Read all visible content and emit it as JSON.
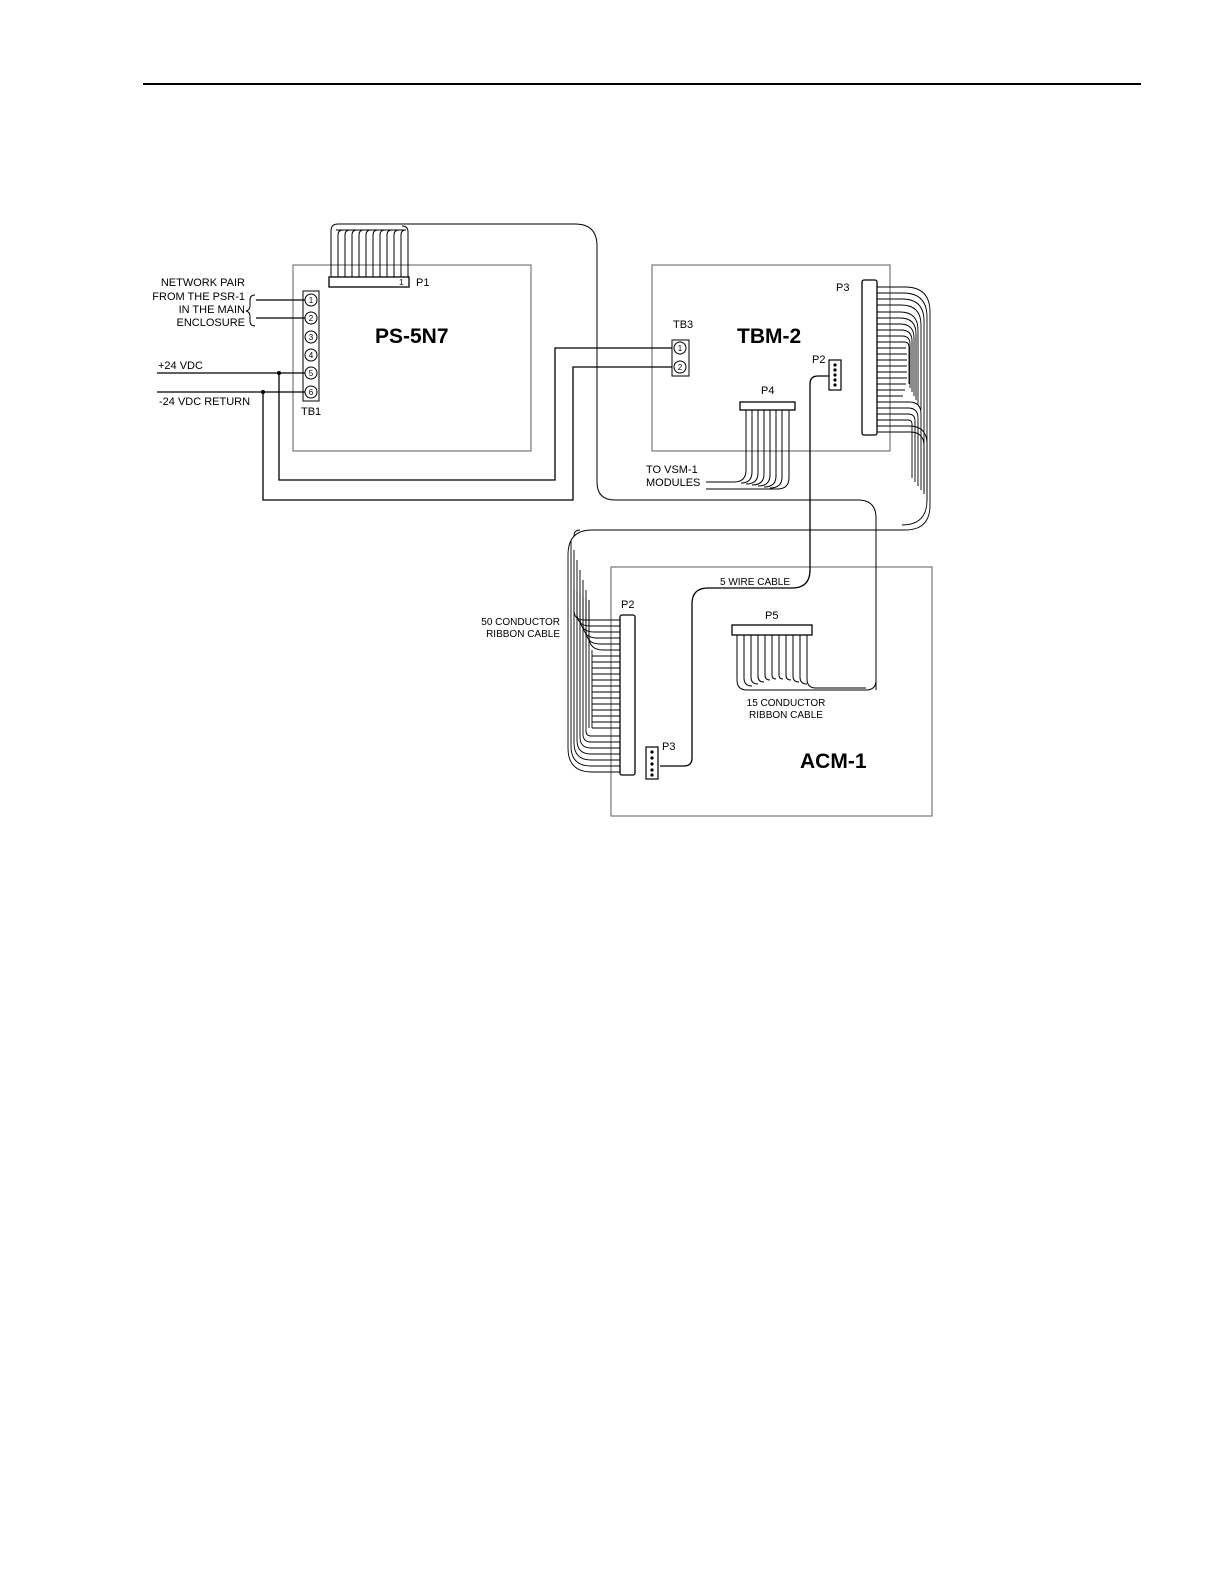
{
  "boards": {
    "ps5n7": "PS-5N7",
    "tbm2": "TBM-2",
    "acm1": "ACM-1"
  },
  "labels": {
    "network_pair": [
      "NETWORK PAIR",
      "FROM THE PSR-1",
      "IN THE MAIN",
      "ENCLOSURE"
    ],
    "plus_24vdc": "+24 VDC",
    "minus_24vdc_return": "-24 VDC RETURN",
    "to_vsm": [
      "TO VSM-1",
      "MODULES"
    ],
    "five_wire_cable": "5 WIRE CABLE",
    "fifty_conductor": [
      "50 CONDUCTOR",
      "RIBBON CABLE"
    ],
    "fifteen_conductor": [
      "15 CONDUCTOR",
      "RIBBON CABLE"
    ]
  },
  "connectors": {
    "ps_p1": "P1",
    "ps_p1_pin": "1",
    "ps_tb1": "TB1",
    "tbm_tb3": "TB3",
    "tbm_p2": "P2",
    "tbm_p3": "P3",
    "tbm_p4": "P4",
    "acm_p2": "P2",
    "acm_p3": "P3",
    "acm_p5": "P5"
  },
  "tb1_terminals": [
    "1",
    "2",
    "3",
    "4",
    "5",
    "6"
  ],
  "tb3_terminals": [
    "1",
    "2"
  ]
}
